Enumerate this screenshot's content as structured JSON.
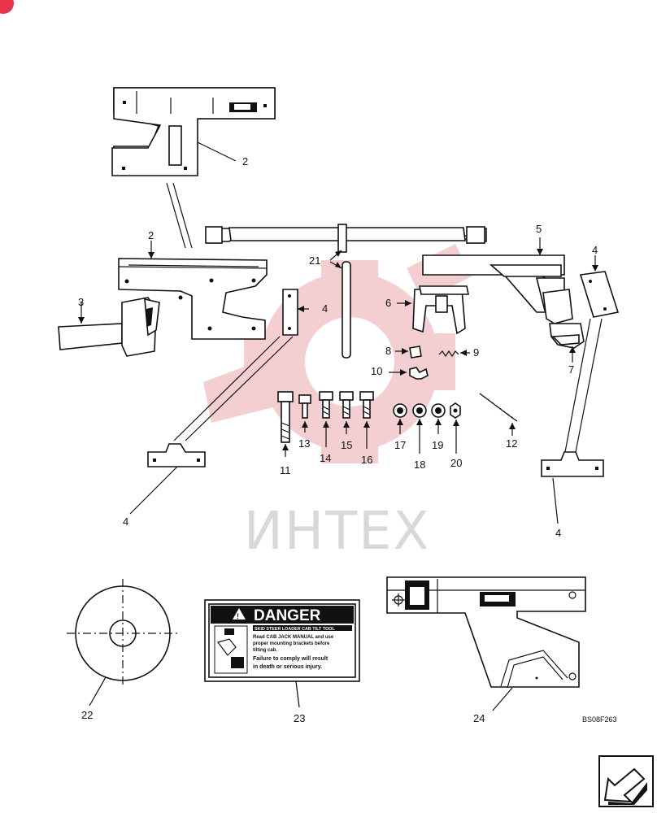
{
  "callouts": [
    "2",
    "2",
    "3",
    "4",
    "5",
    "21",
    "4",
    "6",
    "8",
    "9",
    "10",
    "7",
    "11",
    "13",
    "14",
    "15",
    "16",
    "17",
    "18",
    "19",
    "20",
    "12",
    "4",
    "4",
    "22",
    "23",
    "24"
  ],
  "watermark": "ИНТЕХ",
  "reference_code": "BS08F263",
  "danger_decal": {
    "title": "DANGER",
    "lines": [
      "SKID STEER LOADER CAB TILT TOOL",
      "Read CAB JACK MANUAL and use",
      "proper mounting brackets before",
      "tilting cab.",
      "Failure to comply will result",
      "in death or serious injury."
    ]
  },
  "colors": {
    "line": "#111111",
    "watermark_gear": "#f3c7c9",
    "watermark_text": "#d8d8d8",
    "badge": "#e8344a"
  },
  "icons": [
    "navigation-arrow-icon",
    "corner-badge-icon"
  ]
}
